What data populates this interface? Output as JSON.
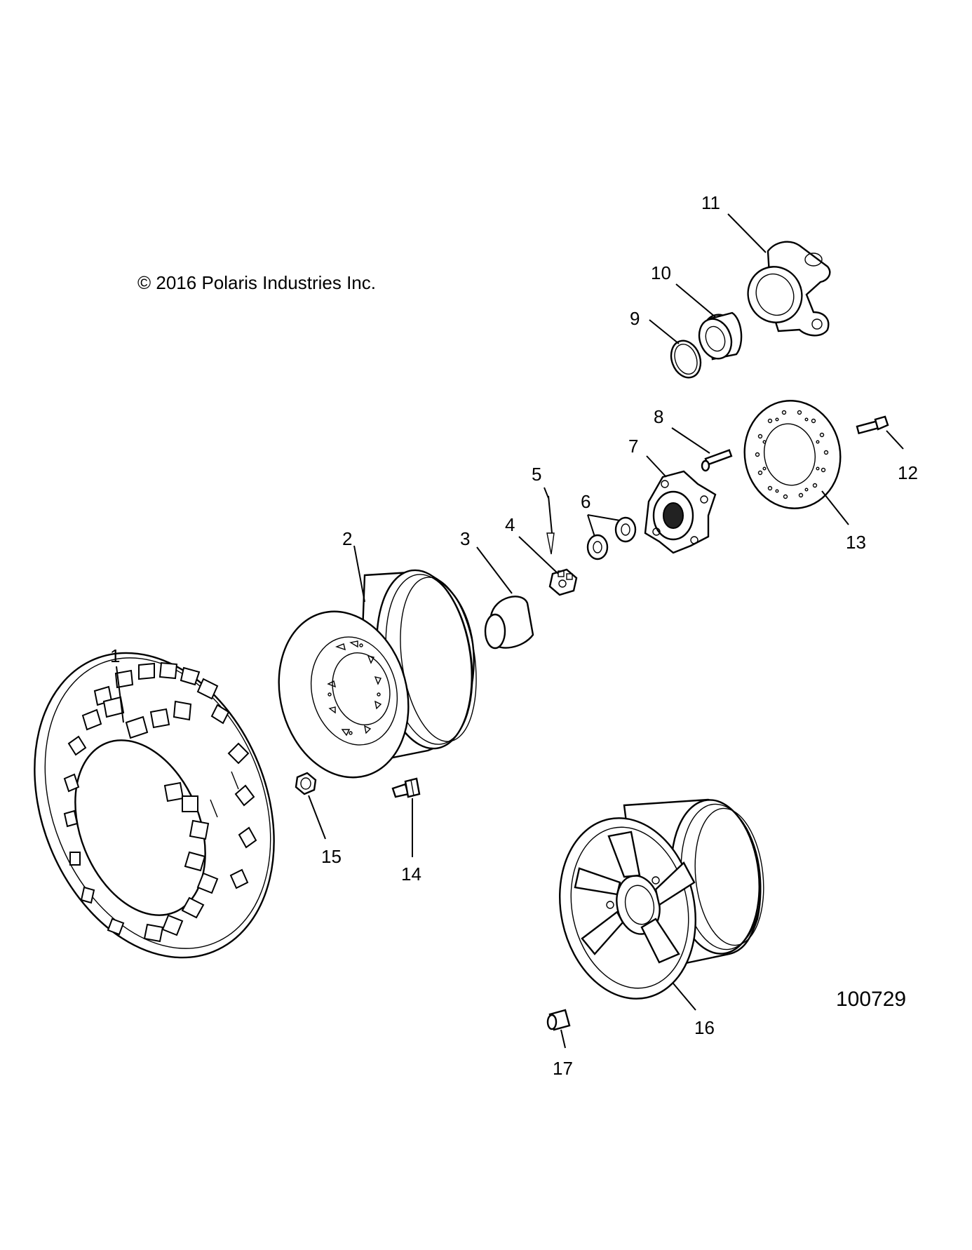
{
  "copyright": "© 2016 Polaris Industries Inc.",
  "diagram_id": "100729",
  "callouts": {
    "c1": "1",
    "c2": "2",
    "c3": "3",
    "c4": "4",
    "c5": "5",
    "c6": "6",
    "c7": "7",
    "c8": "8",
    "c9": "9",
    "c10": "10",
    "c11": "11",
    "c12": "12",
    "c13": "13",
    "c14": "14",
    "c15": "15",
    "c16": "16",
    "c17": "17"
  }
}
